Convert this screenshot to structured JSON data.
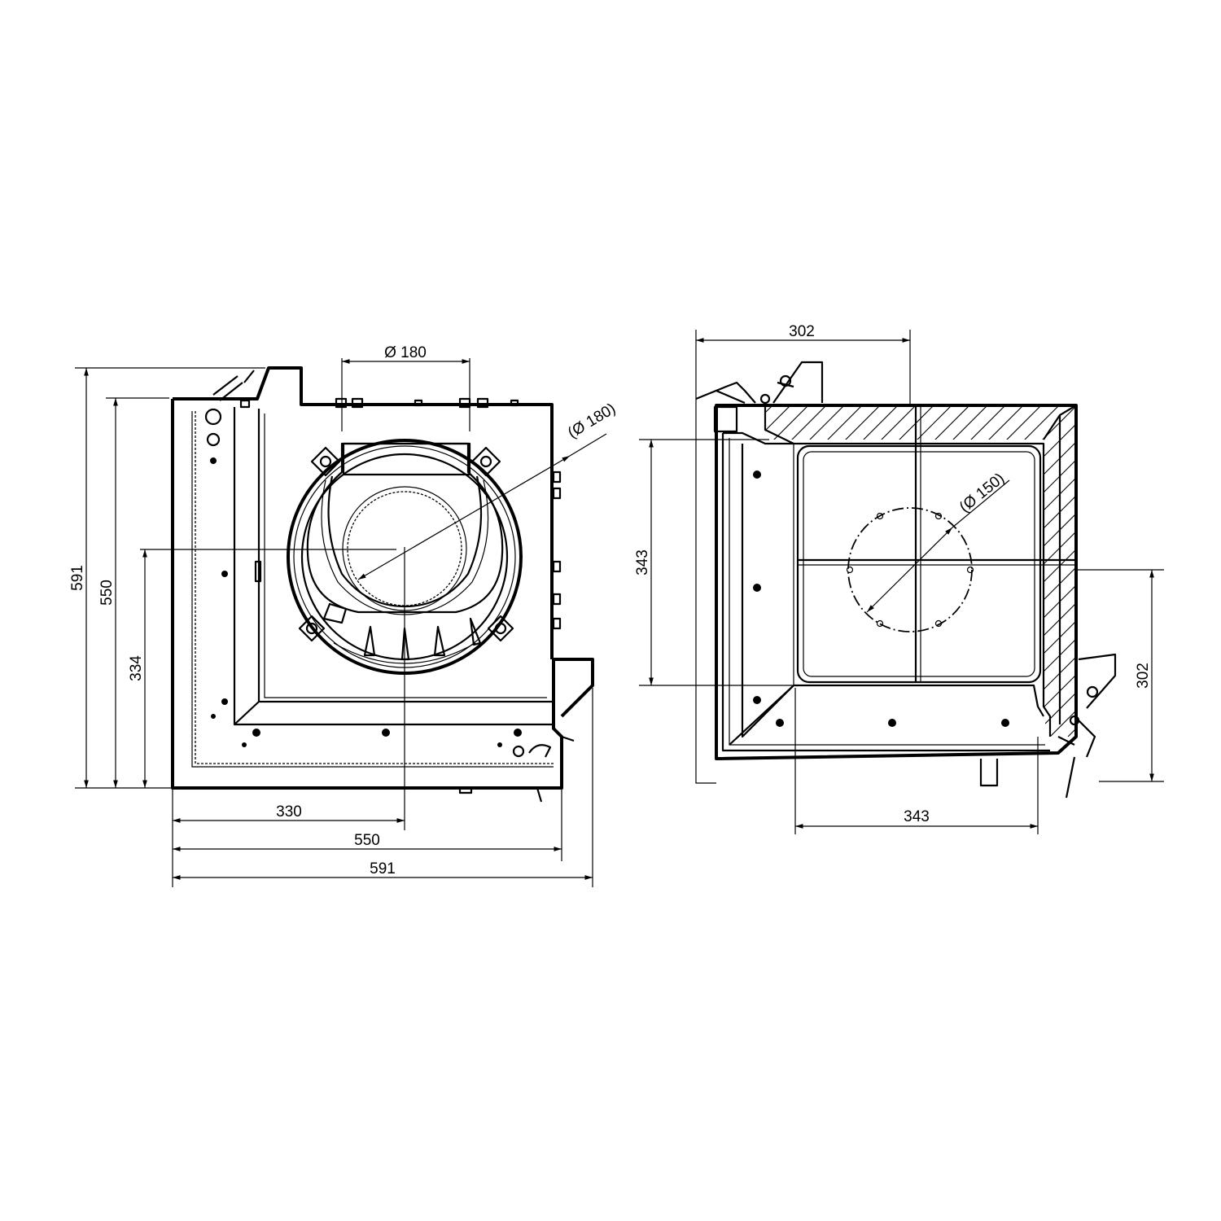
{
  "dimensions": {
    "front_view": {
      "flue_diameter_top": "Ø 180",
      "flue_diameter_rear": "(Ø 180)",
      "height_total": "591",
      "height_body": "550",
      "height_flue_center": "334",
      "width_flue_center": "330",
      "width_body": "550",
      "width_total": "591"
    },
    "plan_view": {
      "depth_top": "302",
      "air_inlet_diameter": "(Ø 150)",
      "depth_left": "343",
      "depth_right": "302",
      "width_bottom": "343"
    }
  }
}
